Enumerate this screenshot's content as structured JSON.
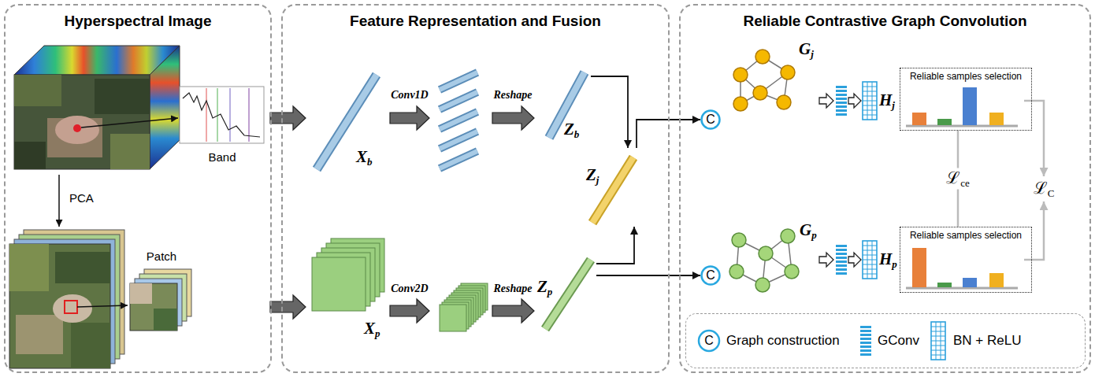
{
  "diagram": {
    "nodes": [
      {
        "text": [
          "Hyperspectral Image"
        ]
      },
      {
        "text": [
          "Feature Representation and Fusion"
        ]
      },
      {
        "text": [
          "Reliable Contrastive Graph Convolution"
        ]
      },
      {
        "text": [
          "Xb"
        ],
        "in": 1
      },
      {
        "text": [
          "Zb"
        ],
        "in": 1
      },
      {
        "text": [
          "Zj"
        ],
        "in": 1
      },
      {
        "text": [
          "Xp"
        ],
        "in": 1
      },
      {
        "text": [
          "Zp"
        ],
        "in": 1
      },
      {
        "text": [
          "C"
        ],
        "in": 2
      },
      {
        "text": [
          "Gj"
        ],
        "in": 2
      },
      {
        "text": [
          "Reliable samples selection"
        ],
        "in": 2
      },
      {
        "text": [
          "C"
        ],
        "in": 2
      },
      {
        "text": [
          "Gp"
        ],
        "in": 2
      },
      {
        "text": [
          "Reliable samples selection"
        ],
        "in": 2
      }
    ],
    "edges": [
      {
        "from": 4,
        "to": 5,
        "arrow": "to"
      },
      {
        "from": 7,
        "to": 5,
        "arrow": "to"
      },
      {
        "from": 5,
        "to": 8,
        "arrow": "to"
      },
      {
        "from": 7,
        "to": 11,
        "arrow": "to"
      },
      {
        "from": 13,
        "to": 10,
        "label": "ℒce",
        "arrow": "none"
      }
    ],
    "labels": [
      "Band",
      "PCA",
      "Patch",
      "Conv1D",
      "Reshape",
      "Conv2D",
      "Reshape",
      "Hj",
      "Hp",
      "ℒC",
      "C"
    ],
    "legend": [
      {
        "text": "Graph construction"
      },
      {
        "text": "GConv"
      },
      {
        "text": "BN + ReLU"
      }
    ]
  }
}
